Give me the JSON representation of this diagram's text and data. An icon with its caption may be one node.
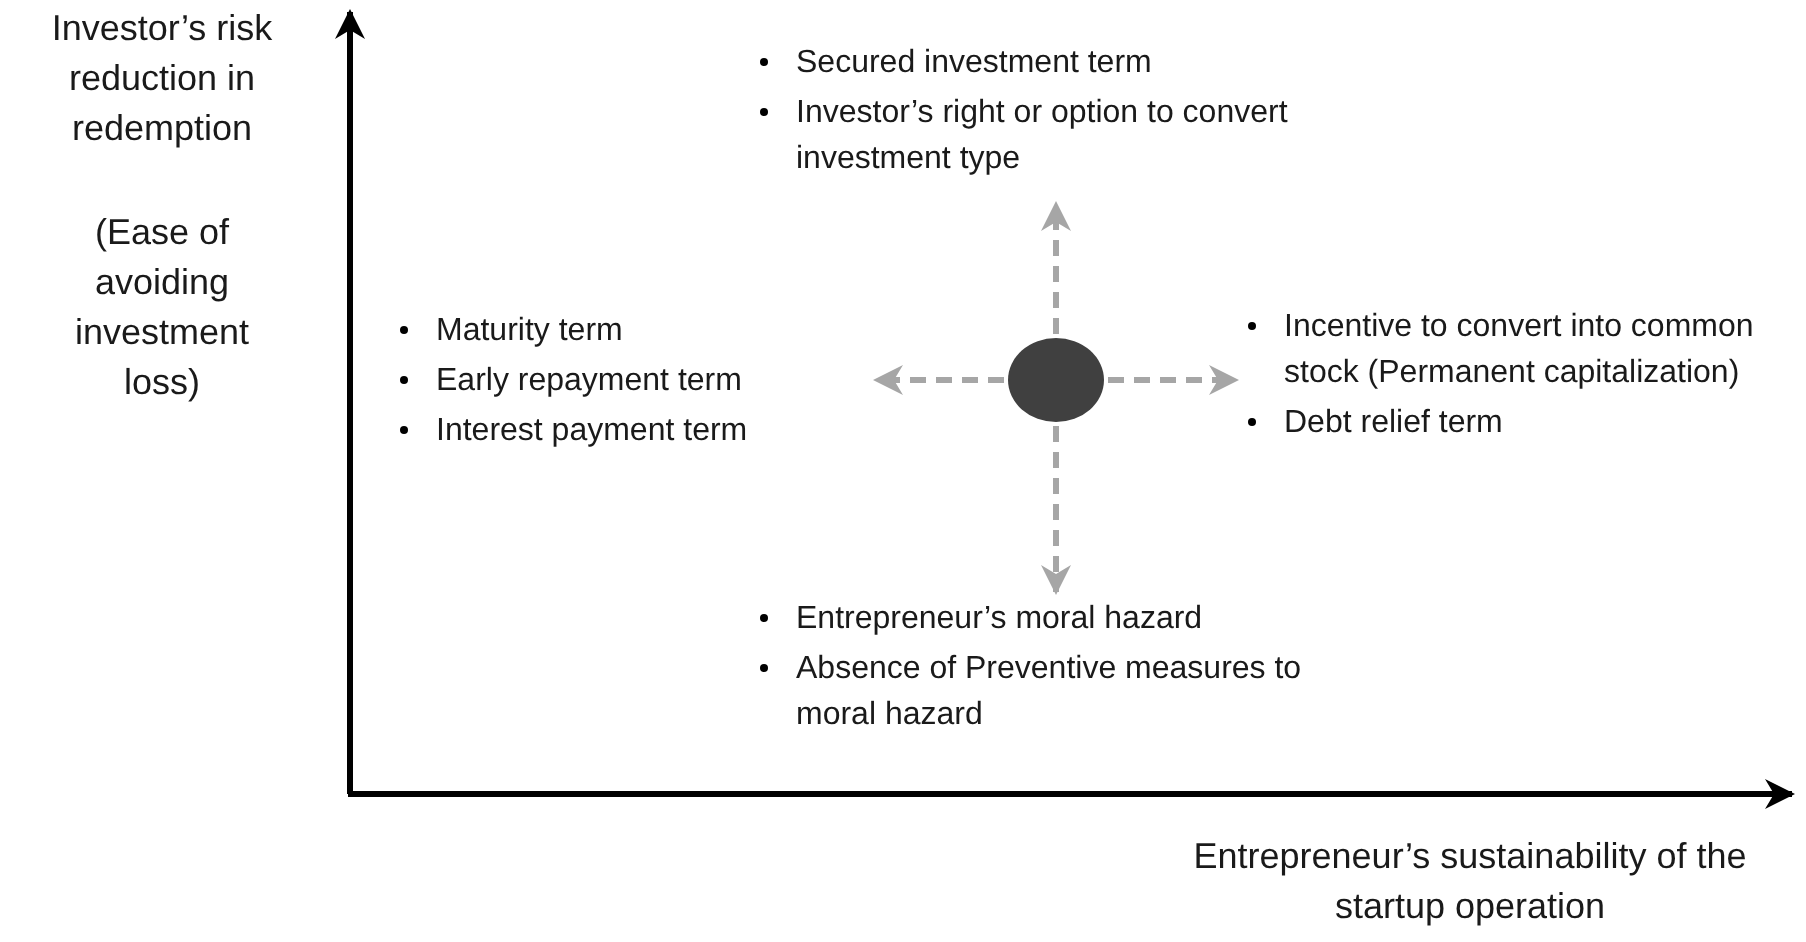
{
  "diagram": {
    "nodes": [
      {
        "text": [],
        "shape": "circle"
      },
      {
        "text": [
          "Secured investment term",
          "Investor’s right or option to convert investment type"
        ]
      },
      {
        "text": [
          "Maturity term",
          "Early repayment term",
          "Interest payment term"
        ]
      },
      {
        "text": [
          "Incentive to convert into common stock (Permanent capitalization)",
          "Debt relief term"
        ]
      },
      {
        "text": [
          "Entrepreneur’s moral hazard",
          "Absence of Preventive measures to moral hazard"
        ]
      }
    ],
    "edges": [
      {
        "from": 0,
        "to": 1,
        "arrow": "to",
        "style": "dashed"
      },
      {
        "from": 0,
        "to": 2,
        "arrow": "to",
        "style": "dashed"
      },
      {
        "from": 0,
        "to": 3,
        "arrow": "to",
        "style": "dashed"
      },
      {
        "from": 0,
        "to": 4,
        "arrow": "to",
        "style": "dashed"
      }
    ],
    "labels": [
      "Investor’s risk reduction in redemption",
      "(Ease of avoiding investment loss)",
      "Entrepreneur’s sustainability of the startup operation"
    ]
  }
}
